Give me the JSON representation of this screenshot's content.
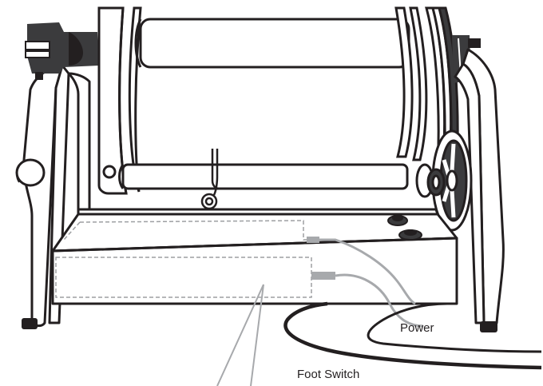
{
  "labels": {
    "power": "Power",
    "foot_switch": "Foot Switch"
  },
  "colors": {
    "outline": "#231f20",
    "callout_gray": "#a7a9ac",
    "hidden_dash": "#9d9fa2",
    "dark_part": "#3b3b3d",
    "fill": "#ffffff"
  },
  "icons": {
    "reel": "spool-reel",
    "crank": "handle-knob",
    "wheel": "spoked-wheel"
  }
}
